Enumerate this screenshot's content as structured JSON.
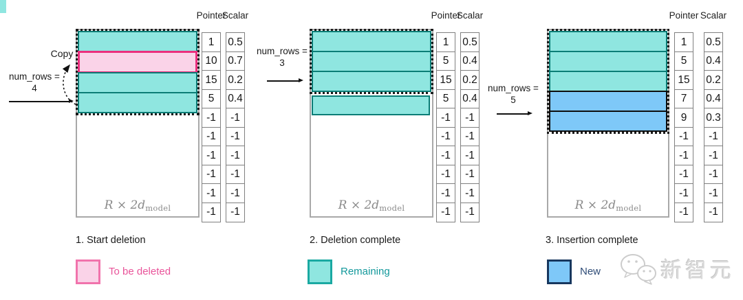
{
  "panels": [
    {
      "caption": "1. Start deletion",
      "pointer_header": "Pointer",
      "scalar_header": "Scalar",
      "matrix_label": {
        "main": "R × 2d",
        "sub": "model"
      },
      "num_rows": {
        "label": "num_rows =",
        "value": "4"
      },
      "copy_label": "Copy",
      "rows_inside": [
        "teal",
        "pink",
        "teal",
        "teal"
      ],
      "rows_outside": [],
      "pointer_values": [
        "1",
        "10",
        "15",
        "5",
        "-1",
        "-1",
        "-1",
        "-1",
        "-1",
        "-1"
      ],
      "scalar_values": [
        "0.5",
        "0.7",
        "0.2",
        "0.4",
        "-1",
        "-1",
        "-1",
        "-1",
        "-1",
        "-1"
      ],
      "legend": {
        "label": "To be deleted",
        "key": "pink"
      }
    },
    {
      "caption": "2. Deletion complete",
      "pointer_header": "Pointer",
      "scalar_header": "Scalar",
      "matrix_label": {
        "main": "R × 2d",
        "sub": "model"
      },
      "num_rows": {
        "label": "num_rows =",
        "value": "3"
      },
      "rows_inside": [
        "teal",
        "teal",
        "teal"
      ],
      "rows_outside": [
        "teal"
      ],
      "pointer_values": [
        "1",
        "5",
        "15",
        "5",
        "-1",
        "-1",
        "-1",
        "-1",
        "-1",
        "-1"
      ],
      "scalar_values": [
        "0.5",
        "0.4",
        "0.2",
        "0.4",
        "-1",
        "-1",
        "-1",
        "-1",
        "-1",
        "-1"
      ],
      "legend": {
        "label": "Remaining",
        "key": "teal"
      }
    },
    {
      "caption": "3. Insertion complete",
      "pointer_header": "Pointer",
      "scalar_header": "Scalar",
      "matrix_label": {
        "main": "R × 2d",
        "sub": "model"
      },
      "num_rows": {
        "label": "num_rows =",
        "value": "5"
      },
      "rows_inside": [
        "teal",
        "teal",
        "teal",
        "blue",
        "blue"
      ],
      "rows_outside": [],
      "pointer_values": [
        "1",
        "5",
        "15",
        "7",
        "9",
        "-1",
        "-1",
        "-1",
        "-1",
        "-1"
      ],
      "scalar_values": [
        "0.5",
        "0.4",
        "0.2",
        "0.4",
        "0.3",
        "-1",
        "-1",
        "-1",
        "-1",
        "-1"
      ],
      "legend": {
        "label": "New",
        "key": "blue"
      }
    }
  ],
  "colors": {
    "teal_fill": "#8FE6E0",
    "teal_border": "#0B7D76",
    "pink_fill": "#FAD3E8",
    "pink_border": "#EB2E7D",
    "blue_fill": "#7EC8F8",
    "blue_border": "#0D0D0D",
    "legend_pink_border": "#F173AC",
    "legend_pink_text": "#E9549A",
    "legend_teal_border": "#1AA9A2",
    "legend_teal_text": "#12989B",
    "legend_blue_border": "#17375E",
    "legend_blue_text": "#2F4C77"
  },
  "watermark": {
    "brand": "新智元",
    "icon": "wechat-icon"
  }
}
